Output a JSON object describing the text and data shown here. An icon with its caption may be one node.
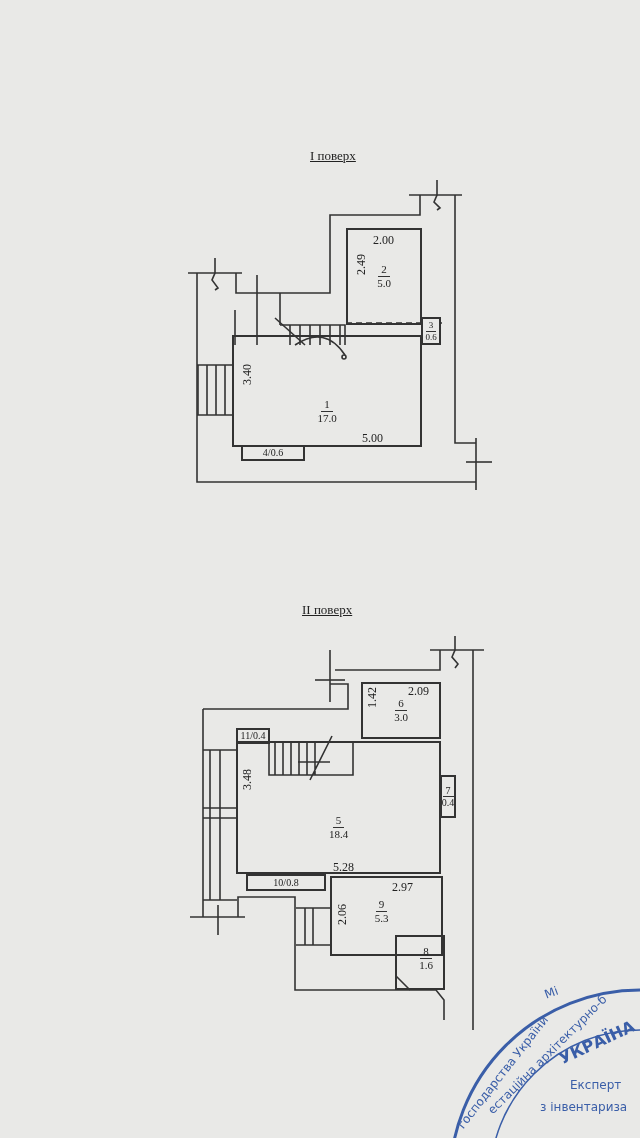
{
  "diagram": {
    "nodes": [
      {
        "text": [
          "1",
          "17.0"
        ]
      },
      {
        "text": [
          "2",
          "5.0"
        ]
      },
      {
        "text": [
          "3",
          "0.6"
        ]
      },
      {
        "text": [
          "4/0.6"
        ]
      },
      {
        "text": [
          "11/0.4"
        ]
      },
      {
        "text": [
          "6",
          "3.0"
        ]
      },
      {
        "text": [
          "7",
          "0.4"
        ]
      },
      {
        "text": [
          "5",
          "18.4"
        ]
      },
      {
        "text": [
          "10/0.8"
        ]
      },
      {
        "text": [
          "9",
          "5.3"
        ]
      },
      {
        "text": [
          "8",
          "1.6"
        ]
      }
    ],
    "edges": [],
    "labels": [
      "I поверх",
      "2.00",
      "2.49",
      "3.40",
      "5.00",
      "II поверх",
      "2.09",
      "1.42",
      "3.48",
      "5.28",
      "2.97",
      "2.06",
      "господарства України",
      "Мі",
      "естаційна архітектурно-б",
      "УКРАЇНА",
      "Експерт",
      "з інвентариза"
    ]
  }
}
